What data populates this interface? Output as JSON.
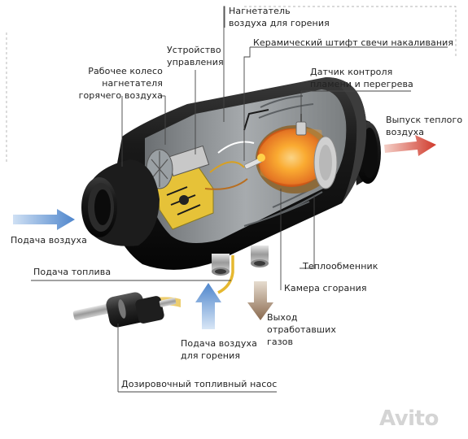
{
  "labels": {
    "combustion_blower": "Нагнетатель\nвоздуха для горения",
    "control_unit": "Устройство\nуправления",
    "ceramic_glow_pin": "Керамический штифт свечи накаливания",
    "hot_air_impeller": "Рабочее колесо\nнагнетателя\nгорячего воздуха",
    "flame_sensor": "Датчик контроля\nпламени и перегрева",
    "warm_air_outlet": "Выпуск теплого\nвоздуха",
    "air_intake": "Подача воздуха",
    "fuel_supply": "Подача топлива",
    "heat_exchanger": "Теплообменник",
    "combustion_chamber": "Камера сгорания",
    "exhaust_outlet": "Выход\nотработавших\nгазов",
    "combustion_air_supply": "Подача воздуха\nдля горения",
    "fuel_pump": "Дозировочный топливный насос"
  },
  "watermark": "Avito",
  "colors": {
    "cold_air_arrow": "#5b8fd0",
    "warm_air_arrow": "#d94a3c",
    "exhaust_arrow": "#8a6a4f",
    "fuel_line": "#e6b830",
    "housing": "#141414",
    "flame": "#f08a1c"
  }
}
